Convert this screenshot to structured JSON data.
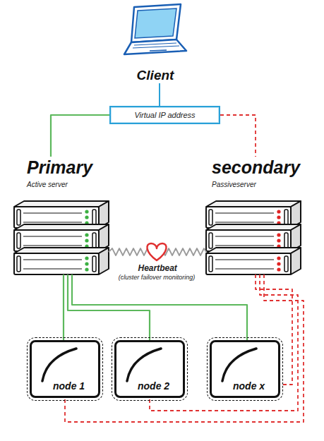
{
  "diagram": {
    "nodes": [
      {
        "text": [
          "Client"
        ]
      },
      {
        "text": [
          "Virtual IP address"
        ]
      },
      {
        "text": [
          "Primary",
          "Active server"
        ]
      },
      {
        "text": [
          "secondary",
          "Passiveserver"
        ]
      },
      {
        "text": [
          "node 1"
        ]
      },
      {
        "text": [
          "node 2"
        ]
      },
      {
        "text": [
          "node x"
        ]
      }
    ],
    "edges": [
      {
        "from": 0,
        "to": 1,
        "arrow": "none"
      },
      {
        "from": 1,
        "to": 2,
        "arrow": "none"
      },
      {
        "from": 1,
        "to": 3,
        "arrow": "none"
      },
      {
        "from": 2,
        "to": 3,
        "label": "Heartbeat",
        "arrow": "none"
      },
      {
        "from": 2,
        "to": 4,
        "arrow": "none"
      },
      {
        "from": 2,
        "to": 5,
        "arrow": "none"
      },
      {
        "from": 2,
        "to": 6,
        "arrow": "none"
      },
      {
        "from": 3,
        "to": 4,
        "arrow": "none"
      },
      {
        "from": 3,
        "to": 5,
        "arrow": "none"
      },
      {
        "from": 3,
        "to": 6,
        "arrow": "none"
      }
    ],
    "labels": [
      "(cluster failover monitoring)"
    ]
  }
}
